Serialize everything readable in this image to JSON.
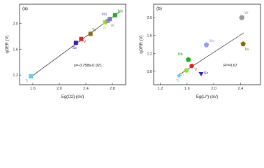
{
  "chart_data": [
    {
      "type": "scatter",
      "panel_label": "(a)",
      "xlabel": "Eg(O2) (eV)",
      "ylabel": "ηOER (V)",
      "xlim": [
        1.4,
        3.0
      ],
      "ylim": [
        1.05,
        2.3
      ],
      "xticks": [
        "1.6",
        "2.0",
        "2.4",
        "2.8"
      ],
      "xtick_values": [
        1.6,
        2.0,
        2.4,
        2.8
      ],
      "yticks": [
        "1.2",
        "1.6",
        "2.0"
      ],
      "ytick_values": [
        1.2,
        1.6,
        2.0
      ],
      "annotation": "y=-0.758x-0.021",
      "fit_line": {
        "x": [
          1.55,
          2.92
        ],
        "y": [
          1.155,
          2.19
        ]
      },
      "points": [
        {
          "label": "Ti",
          "x": 1.57,
          "y": 1.18,
          "color": "#66ccee",
          "marker": "square"
        },
        {
          "label": "Sc",
          "x": 2.25,
          "y": 1.7,
          "color": "#3322aa",
          "marker": "square"
        },
        {
          "label": "V",
          "x": 2.33,
          "y": 1.76,
          "color": "#dd2222",
          "marker": "square"
        },
        {
          "label": "Ta",
          "x": 2.47,
          "y": 1.84,
          "color": "#8b6914",
          "marker": "square"
        },
        {
          "label": "Zr",
          "x": 2.69,
          "y": 2.02,
          "color": "#99dd22",
          "marker": "square"
        },
        {
          "label": "W",
          "x": 2.73,
          "y": 2.04,
          "color": "#999999",
          "marker": "square"
        },
        {
          "label": "Mo",
          "x": 2.76,
          "y": 2.07,
          "color": "#7777cc",
          "marker": "square"
        },
        {
          "label": "Nb",
          "x": 2.84,
          "y": 2.13,
          "color": "#22aa22",
          "marker": "square"
        }
      ]
    },
    {
      "type": "scatter",
      "panel_label": "(b)",
      "xlabel": "Eg(Li*) (eV)",
      "ylabel": "ηORR (V)",
      "xlim": [
        1.1,
        2.7
      ],
      "ylim": [
        0.5,
        2.3
      ],
      "xticks": [
        "1.2",
        "1.6",
        "2.0",
        "2.4"
      ],
      "xtick_values": [
        1.2,
        1.6,
        2.0,
        2.4
      ],
      "yticks": [
        "0.8",
        "1.2",
        "1.6",
        "2.0"
      ],
      "ytick_values": [
        0.8,
        1.2,
        1.6,
        2.0
      ],
      "annotation": "R²=0.67",
      "fit_line": {
        "x": [
          1.48,
          2.45
        ],
        "y": [
          0.72,
          1.66
        ]
      },
      "points": [
        {
          "label": "Ti",
          "x": 1.48,
          "y": 0.7,
          "color": "#66ccee",
          "marker": "star"
        },
        {
          "label": "Zr",
          "x": 1.59,
          "y": 0.82,
          "color": "#99dd22",
          "marker": "circle"
        },
        {
          "label": "V",
          "x": 1.67,
          "y": 0.92,
          "color": "#dd2222",
          "marker": "circle"
        },
        {
          "label": "Nb",
          "x": 1.62,
          "y": 1.06,
          "color": "#22aa22",
          "marker": "pentagon"
        },
        {
          "label": "Sc",
          "x": 1.81,
          "y": 0.75,
          "color": "#3322aa",
          "marker": "triangle-down"
        },
        {
          "label": "Mo",
          "x": 1.89,
          "y": 1.39,
          "color": "#9999ee",
          "marker": "pentagon"
        },
        {
          "label": "Ta",
          "x": 2.44,
          "y": 1.41,
          "color": "#8b6914",
          "marker": "pentagon"
        },
        {
          "label": "W",
          "x": 2.42,
          "y": 2.0,
          "color": "#999999",
          "marker": "hexagon"
        }
      ]
    }
  ]
}
